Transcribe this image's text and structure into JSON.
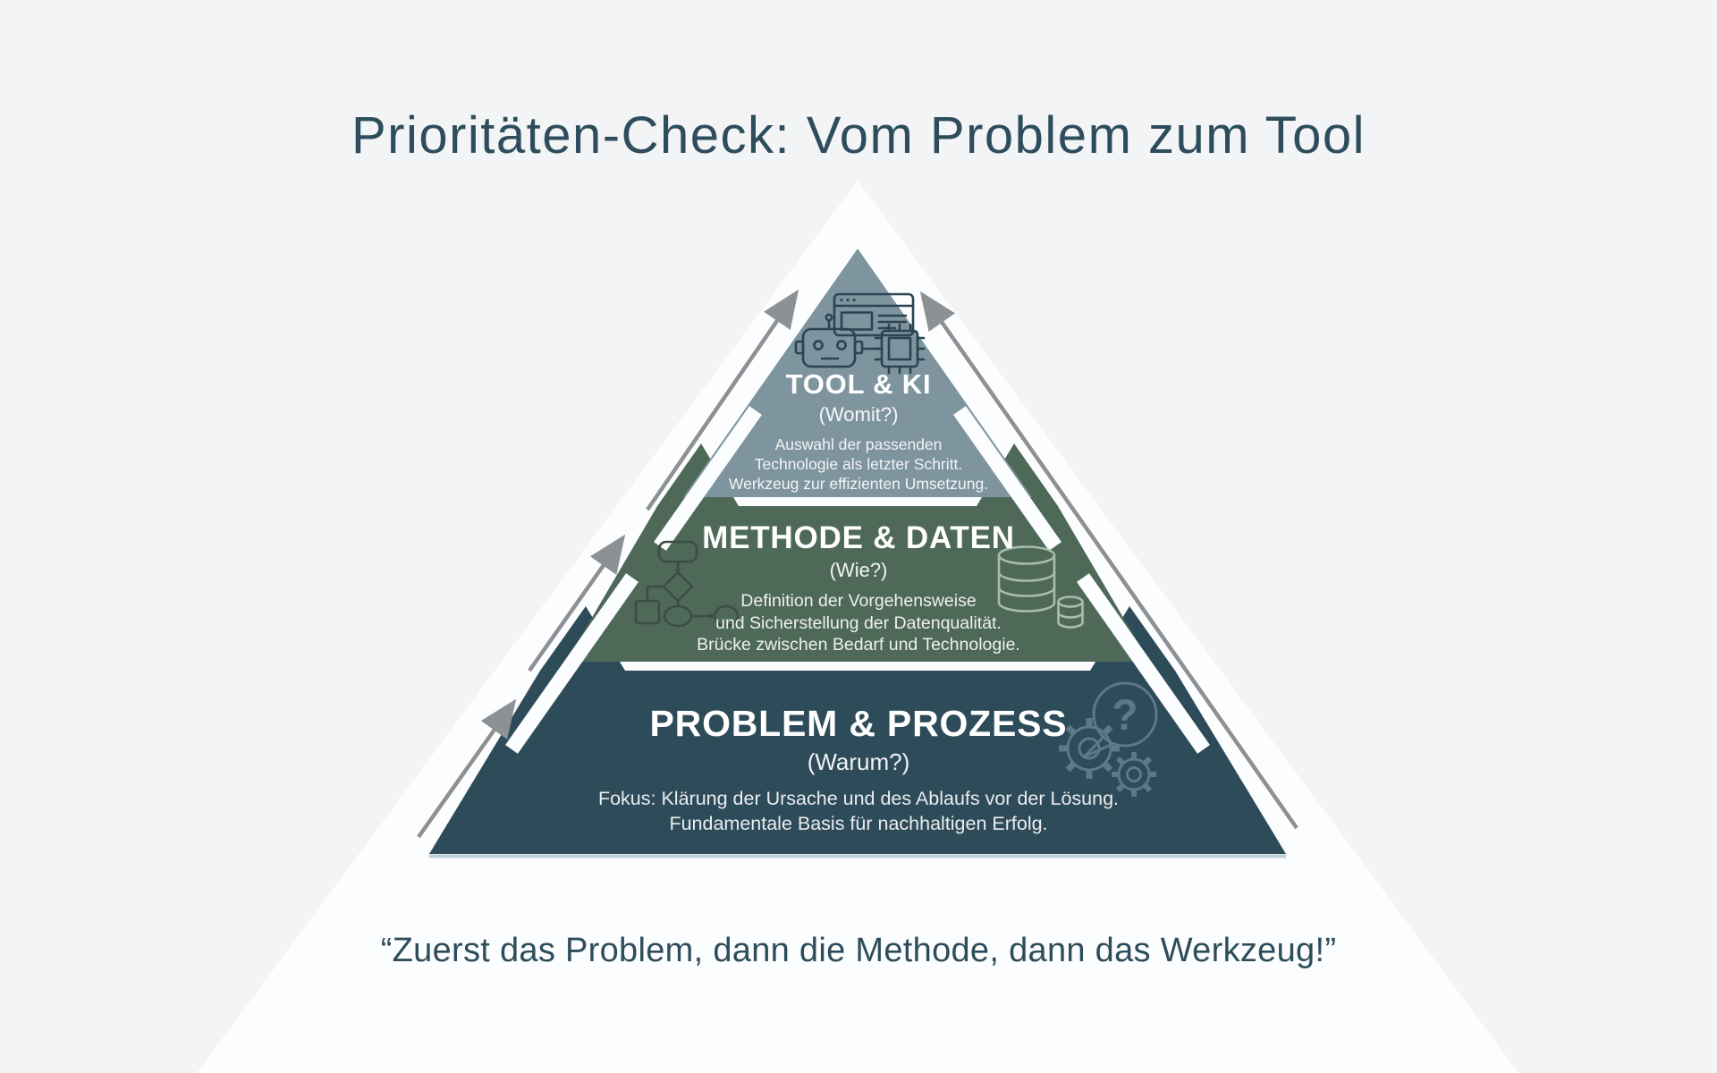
{
  "slide": {
    "background_color": "#f3f4f6",
    "triangle_color": "#fcfdfe",
    "title": "Prioritäten-Check: Vom Problem zum Tool",
    "title_color": "#2e4d5c",
    "quote": "“Zuerst das Problem, dann die Methode, dann das Werkzeug!”"
  },
  "pyramid": {
    "arrow_color": "#8e9194",
    "levels": [
      {
        "id": "tool-ki",
        "heading": "TOOL & KI",
        "question": "(Womit?)",
        "lines": [
          "Auswahl der passenden",
          "Technologie als letzter Schritt.",
          "Werkzeug zur effizienten Umsetzung."
        ],
        "color": "#7e949f",
        "icons": [
          "robot-icon",
          "browser-window-icon",
          "cpu-chip-icon"
        ]
      },
      {
        "id": "methode-daten",
        "heading": "METHODE & DATEN",
        "question": "(Wie?)",
        "lines": [
          "Definition der Vorgehensweise",
          "und Sicherstellung der Datenqualität.",
          "Brücke zwischen Bedarf und Technologie."
        ],
        "color": "#4f6959",
        "icons": [
          "flowchart-icon",
          "database-icon"
        ]
      },
      {
        "id": "problem-prozess",
        "heading": "PROBLEM & PROZESS",
        "question": "(Warum?)",
        "lines": [
          "Fokus: Klärung der Ursache und des Ablaufs vor der Lösung.",
          "Fundamentale Basis für nachhaltigen Erfolg."
        ],
        "color": "#2e4b59",
        "icons": [
          "gears-icon",
          "question-bubble-icon"
        ],
        "question_bubble_glyph": "?"
      }
    ]
  }
}
